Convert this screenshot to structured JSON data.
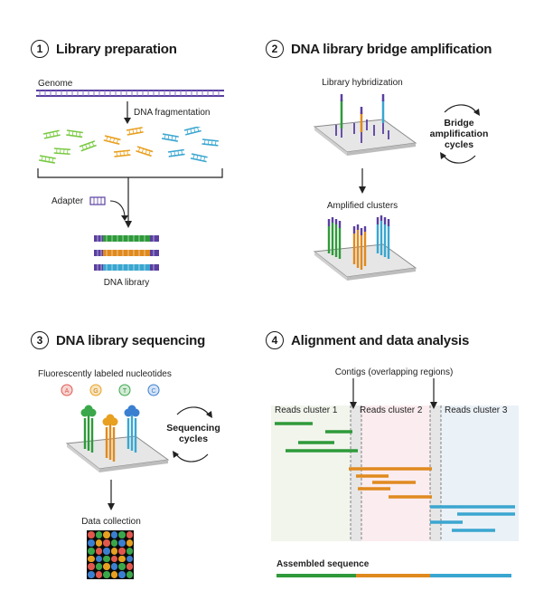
{
  "steps": [
    {
      "number": "1",
      "title": "Library preparation"
    },
    {
      "number": "2",
      "title": "DNA library bridge amplification"
    },
    {
      "number": "3",
      "title": "DNA library sequencing"
    },
    {
      "number": "4",
      "title": "Alignment and data analysis"
    }
  ],
  "panel1": {
    "genome": "Genome",
    "fragmentation": "DNA fragmentation",
    "adapter": "Adapter",
    "library": "DNA library"
  },
  "panel2": {
    "hybridization": "Library hybridization",
    "cycles": [
      "Bridge",
      "amplification",
      "cycles"
    ],
    "clusters": "Amplified clusters"
  },
  "panel3": {
    "nucleotides_label": "Fluorescently labeled nucleotides",
    "nucleotides": [
      {
        "letter": "A",
        "color": "#e2574c"
      },
      {
        "letter": "G",
        "color": "#e8a020"
      },
      {
        "letter": "T",
        "color": "#3aa84a"
      },
      {
        "letter": "C",
        "color": "#3b7fd0"
      }
    ],
    "cycles": [
      "Sequencing",
      "cycles"
    ],
    "data_collection": "Data collection"
  },
  "panel4": {
    "contigs": "Contigs (overlapping regions)",
    "clusters": [
      "Reads cluster 1",
      "Reads cluster 2",
      "Reads cluster 3"
    ],
    "assembled": "Assembled sequence"
  },
  "colors": {
    "green": "#2e9a3a",
    "orange": "#e08a1e",
    "blue": "#3aa6d0",
    "purple": "#5a3fa0"
  }
}
